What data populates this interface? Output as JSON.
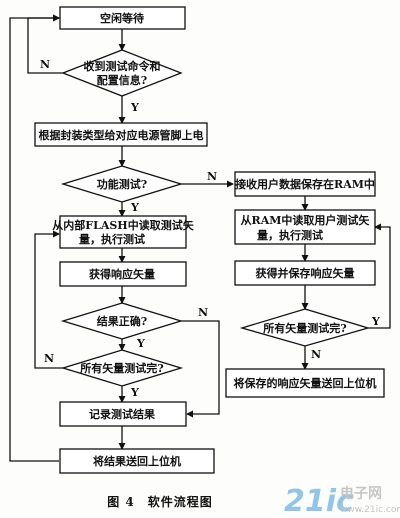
{
  "nodes": {
    "idle": "空闲等待",
    "receive_cmd_line1": "收到测试命令和",
    "receive_cmd_line2": "配置信息?",
    "power_on": "根据封装类型给对应电源管脚上电",
    "function_test": "功能测试?",
    "receive_user_data": "接收用户数据保存在RAM中",
    "read_flash_line1": "从内部FLASH中读取测试矢",
    "read_flash_line2": "量，执行测试",
    "get_response": "获得响应矢量",
    "result_correct": "结果正确?",
    "all_tested_left": "所有矢量测试完?",
    "record_result": "记录测试结果",
    "send_result": "将结果送回上位机",
    "read_ram_line1": "从RAM中读取用户测试矢",
    "read_ram_line2": "量，执行测试",
    "get_save_response": "获得并保存响应矢量",
    "all_tested_right": "所有矢量测试完?",
    "send_saved": "将保存的响应矢量送回上位机"
  },
  "labels": {
    "yes": "Y",
    "no": "N"
  },
  "caption": "图 4　软件流程图",
  "watermark": {
    "brand": "21ic",
    "cn": "电子网",
    "url": "www.21ic.com"
  }
}
